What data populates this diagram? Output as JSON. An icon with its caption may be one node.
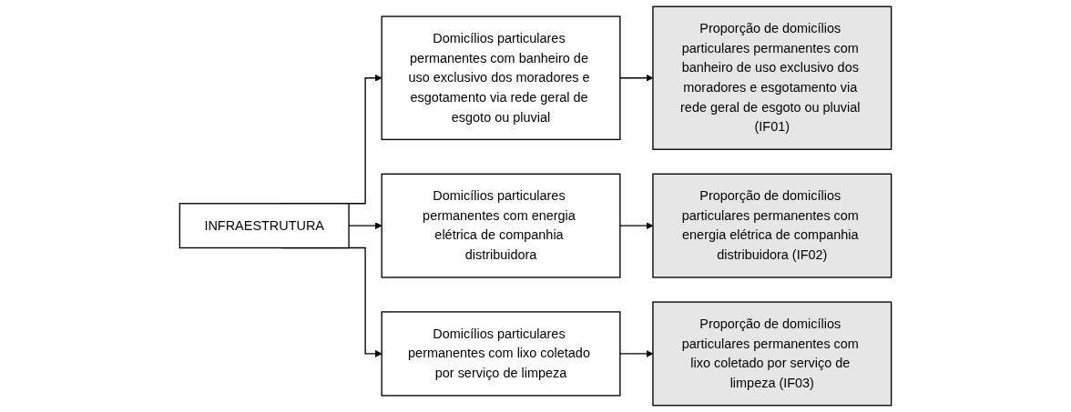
{
  "diagram": {
    "nodes": [
      {
        "text": [
          "INFRAESTRUTURA"
        ]
      },
      {
        "text": [
          "Domicílios particulares permanentes com banheiro de uso exclusivo dos moradores e esgotamento via rede geral de esgoto ou pluvial"
        ]
      },
      {
        "text": [
          "Proporção de domicílios particulares permanentes com banheiro de uso exclusivo dos moradores e esgotamento via rede geral de esgoto ou pluvial (IF01)"
        ]
      },
      {
        "text": [
          "Domicílios particulares permanentes com energia elétrica de companhia distribuidora"
        ]
      },
      {
        "text": [
          "Proporção de domicílios particulares permanentes com energia elétrica de companhia distribuidora (IF02)"
        ]
      },
      {
        "text": [
          "Domicílios particulares permanentes com lixo coletado por serviço de limpeza"
        ]
      },
      {
        "text": [
          "Proporção de domicílios particulares permanentes com lixo coletado por serviço de limpeza (IF03)"
        ]
      }
    ],
    "edges": [
      {
        "from": 0,
        "to": 1,
        "arrow": "to"
      },
      {
        "from": 0,
        "to": 3,
        "arrow": "to"
      },
      {
        "from": 0,
        "to": 5,
        "arrow": "to"
      },
      {
        "from": 1,
        "to": 2,
        "arrow": "to"
      },
      {
        "from": 3,
        "to": 4,
        "arrow": "to"
      },
      {
        "from": 5,
        "to": 6,
        "arrow": "to"
      }
    ]
  }
}
